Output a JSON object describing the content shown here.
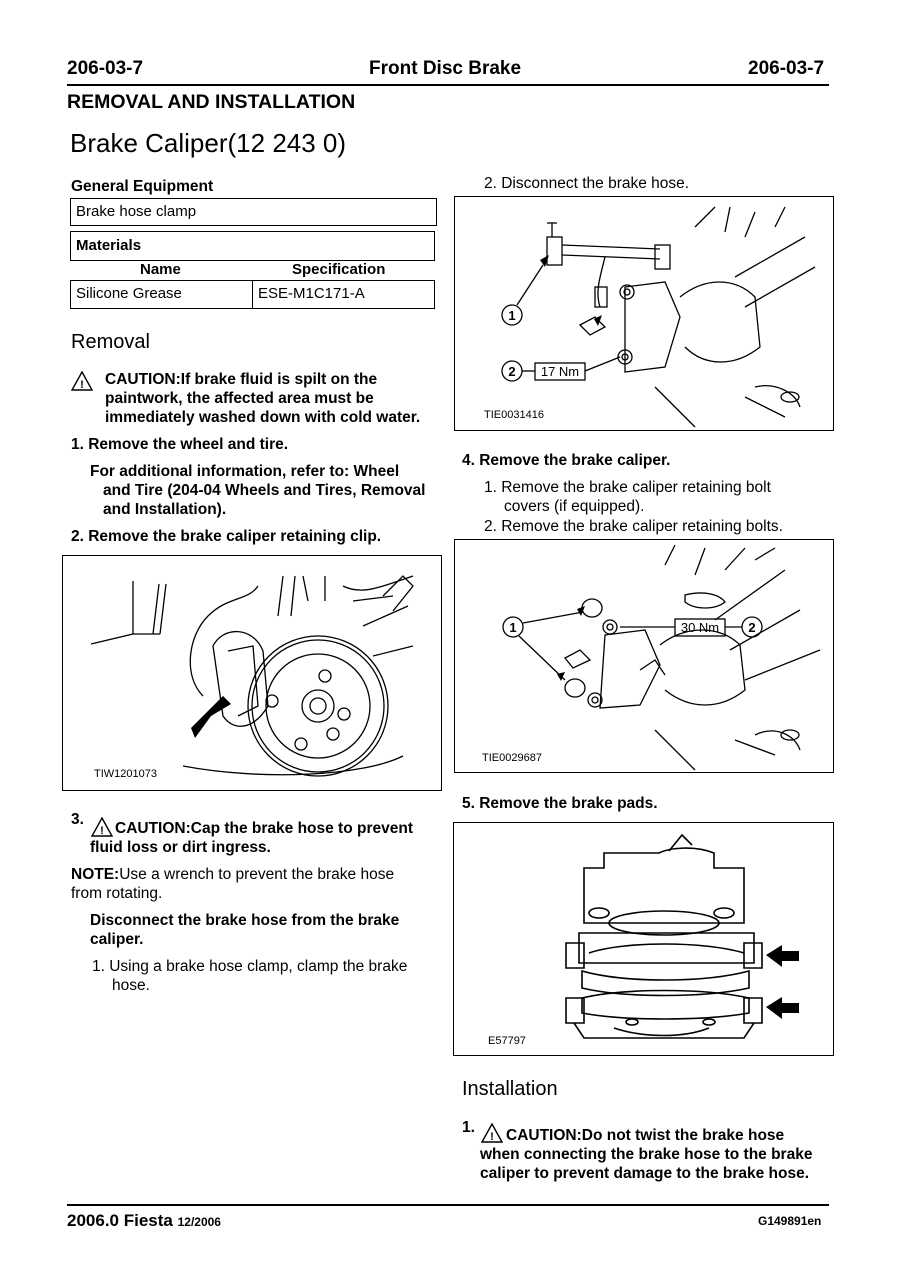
{
  "header": {
    "left": "206-03-7",
    "center": "Front Disc Brake",
    "right": "206-03-7"
  },
  "section_title": "REMOVAL AND INSTALLATION",
  "page_title": "Brake Caliper(12 243 0)",
  "equipment": {
    "heading": "General Equipment",
    "item": "Brake hose clamp"
  },
  "materials": {
    "heading": "Materials",
    "col_name": "Name",
    "col_spec": "Specification",
    "rows": [
      {
        "name": "Silicone Grease",
        "spec": "ESE-M1C171-A"
      }
    ]
  },
  "removal": {
    "heading": "Removal",
    "caution_lines": [
      "CAUTION:If brake fluid is spilt on the",
      "paintwork, the affected area must be",
      "immediately washed down with cold water."
    ],
    "step1": "1. Remove the wheel and tire.",
    "step1_info_lines": [
      "For additional information, refer to: Wheel",
      "and Tire (204-04 Wheels and Tires, Removal",
      "and Installation)."
    ],
    "step2": "2. Remove the brake caliper retaining clip.",
    "fig1_caption": "TIW1201073",
    "step3_num": "3.",
    "step3_caution_lines": [
      "CAUTION:Cap the brake hose to prevent",
      "fluid loss or dirt ingress."
    ],
    "step3_note_label": "NOTE:",
    "step3_note_lines": [
      "Use a wrench to prevent the brake hose",
      "from rotating."
    ],
    "step3_sub_lines": [
      "Disconnect the brake hose from the brake",
      "caliper."
    ],
    "step3_sub1_lines": [
      "1. Using a brake hose clamp, clamp the brake",
      "hose."
    ],
    "step3_sub2": "2. Disconnect the brake hose.",
    "fig2_caption": "TIE0031416",
    "fig2_callout1": "1",
    "fig2_callout2": "2",
    "fig2_torque": "17 Nm",
    "step4": "4. Remove the brake caliper.",
    "step4_sub1_lines": [
      "1. Remove the brake caliper retaining bolt",
      "covers (if equipped)."
    ],
    "step4_sub2": "2. Remove the brake caliper retaining bolts.",
    "fig3_caption": "TIE0029687",
    "fig3_callout1": "1",
    "fig3_callout2": "2",
    "fig3_torque": "30 Nm",
    "step5": "5. Remove the brake pads.",
    "fig4_caption": "E57797"
  },
  "installation": {
    "heading": "Installation",
    "step1_num": "1.",
    "step1_caution_lines": [
      "CAUTION:Do not twist the brake hose",
      "when connecting the brake hose to the brake",
      "caliper to prevent damage to the brake hose."
    ]
  },
  "footer": {
    "model": "2006.0 Fiesta",
    "date": "12/2006",
    "code": "G149891en"
  }
}
